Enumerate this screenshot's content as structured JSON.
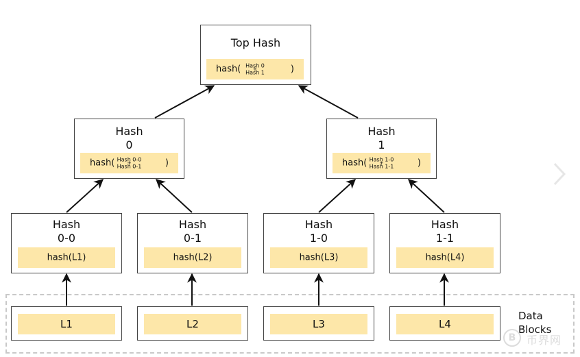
{
  "top": {
    "title": "Top Hash",
    "fn": "hash(",
    "arg1": "Hash 0",
    "plus": "+",
    "arg2": "Hash 1",
    "close": ")"
  },
  "h0": {
    "title_line1": "Hash",
    "title_line2": "0",
    "fn": "hash(",
    "arg1": "Hash 0-0",
    "plus": "+",
    "arg2": "Hash 0-1",
    "close": ")"
  },
  "h1": {
    "title_line1": "Hash",
    "title_line2": "1",
    "fn": "hash(",
    "arg1": "Hash 1-0",
    "plus": "+",
    "arg2": "Hash 1-1",
    "close": ")"
  },
  "leaves_hash": [
    {
      "title_line1": "Hash",
      "title_line2": "0-0",
      "value": "hash(L1)"
    },
    {
      "title_line1": "Hash",
      "title_line2": "0-1",
      "value": "hash(L2)"
    },
    {
      "title_line1": "Hash",
      "title_line2": "1-0",
      "value": "hash(L3)"
    },
    {
      "title_line1": "Hash",
      "title_line2": "1-1",
      "value": "hash(L4)"
    }
  ],
  "data_blocks": {
    "label_line1": "Data",
    "label_line2": "Blocks",
    "items": [
      "L1",
      "L2",
      "L3",
      "L4"
    ]
  },
  "colors": {
    "fill": "#fde7a9",
    "border": "#444444",
    "arrow": "#111111",
    "dashed": "#c9c9c9"
  },
  "watermark": {
    "symbol": "B",
    "text": "币界网"
  },
  "icons": {
    "next": "chevron-right-icon"
  }
}
